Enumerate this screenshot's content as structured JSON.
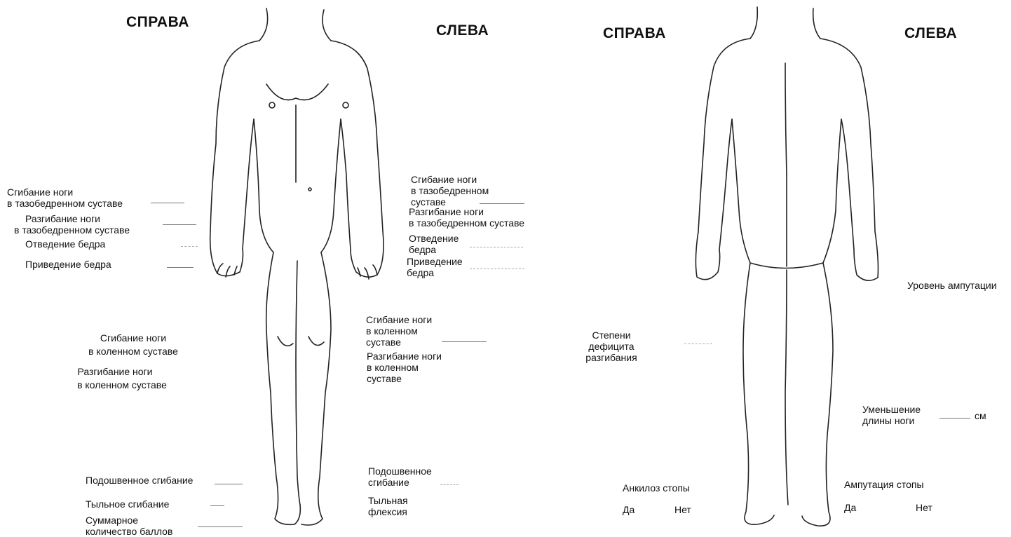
{
  "front": {
    "side_right": "СПРАВА",
    "side_left": "СЛЕВА",
    "right_labels": {
      "hip_flexion": [
        "Сгибание ноги",
        "в тазобедренном суставе"
      ],
      "hip_extension": [
        "Разгибание ноги",
        "в тазобедренном суставе"
      ],
      "hip_abduction": "Отведение бедра",
      "hip_adduction": "Приведение бедра",
      "knee_flexion": [
        "Сгибание ноги",
        "в коленном суставе"
      ],
      "knee_extension": [
        "Разгибание ноги",
        "в коленном суставе"
      ],
      "plantar_flexion": "Подошвенное сгибание",
      "dorsal_flexion": "Тыльное сгибание",
      "total_score": [
        "Суммарное",
        "количество баллов"
      ]
    },
    "left_labels": {
      "hip_flexion": [
        "Сгибание ноги",
        "в тазобедренном",
        "суставе"
      ],
      "hip_extension": [
        "Разгибание ноги",
        "в тазобедренном суставе"
      ],
      "hip_abduction": [
        "Отведение",
        "бедра"
      ],
      "hip_adduction": [
        "Приведение",
        "бедра"
      ],
      "knee_flexion": [
        "Сгибание ноги",
        "в коленном",
        "суставе"
      ],
      "knee_extension": [
        "Разгибание ноги",
        "в коленном",
        "суставе"
      ],
      "plantar_flexion": [
        "Подошвенное",
        "сгибание"
      ],
      "dorsal_flexion": [
        "Тыльная",
        "флексия"
      ]
    }
  },
  "back": {
    "side_right": "СПРАВА",
    "side_left": "СЛЕВА",
    "amputation_level": "Уровень ампутации",
    "extension_deficit": [
      "Степени",
      "дефицита",
      "разгибания"
    ],
    "leg_shortening": [
      "Уменьшение",
      "длины ноги"
    ],
    "unit_cm": "см",
    "foot_ankylosis": "Анкилоз стопы",
    "foot_amputation": "Ампутация стопы",
    "yes": "Да",
    "no": "Нет"
  }
}
